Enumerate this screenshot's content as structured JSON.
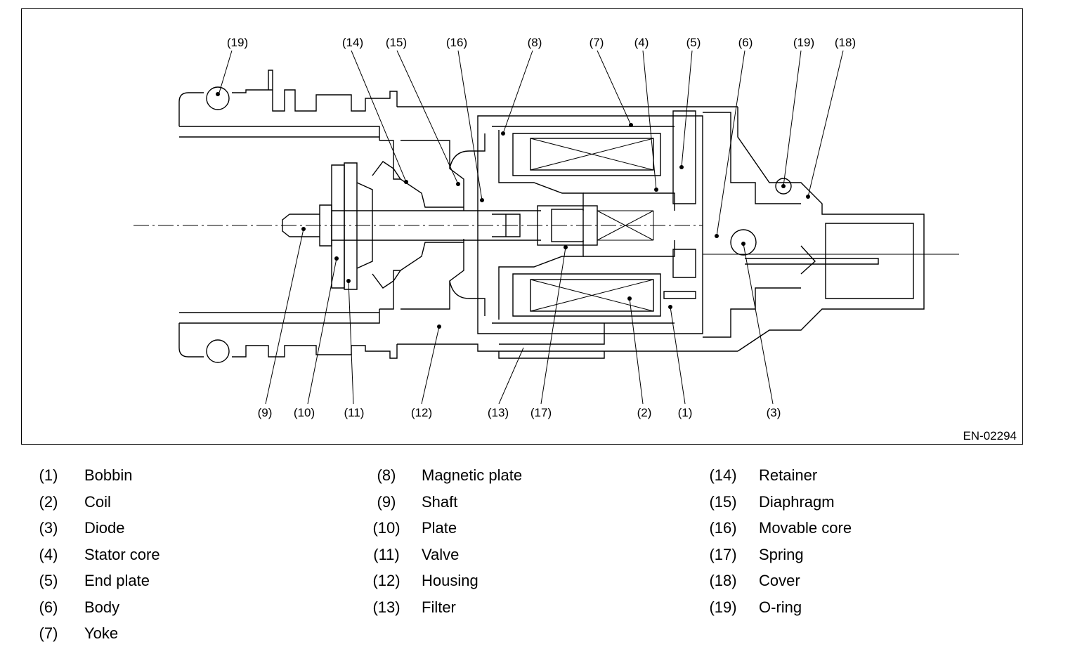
{
  "figure": {
    "code": "EN-02294",
    "callouts_top": [
      "(19)",
      "(14)",
      "(15)",
      "(16)",
      "(8)",
      "(7)",
      "(4)",
      "(5)",
      "(6)",
      "(19)",
      "(18)"
    ],
    "callouts_bottom": [
      "(9)",
      "(10)",
      "(11)",
      "(12)",
      "(13)",
      "(17)",
      "(2)",
      "(1)",
      "(3)"
    ]
  },
  "legend": {
    "columns": [
      [
        {
          "num": "(1)",
          "name": "Bobbin"
        },
        {
          "num": "(2)",
          "name": "Coil"
        },
        {
          "num": "(3)",
          "name": "Diode"
        },
        {
          "num": "(4)",
          "name": "Stator core"
        },
        {
          "num": "(5)",
          "name": "End plate"
        },
        {
          "num": "(6)",
          "name": "Body"
        },
        {
          "num": "(7)",
          "name": "Yoke"
        }
      ],
      [
        {
          "num": "(8)",
          "name": "Magnetic plate"
        },
        {
          "num": "(9)",
          "name": "Shaft"
        },
        {
          "num": "(10)",
          "name": "Plate"
        },
        {
          "num": "(11)",
          "name": "Valve"
        },
        {
          "num": "(12)",
          "name": "Housing"
        },
        {
          "num": "(13)",
          "name": "Filter"
        }
      ],
      [
        {
          "num": "(14)",
          "name": "Retainer"
        },
        {
          "num": "(15)",
          "name": "Diaphragm"
        },
        {
          "num": "(16)",
          "name": "Movable core"
        },
        {
          "num": "(17)",
          "name": "Spring"
        },
        {
          "num": "(18)",
          "name": "Cover"
        },
        {
          "num": "(19)",
          "name": "O-ring"
        }
      ]
    ]
  }
}
